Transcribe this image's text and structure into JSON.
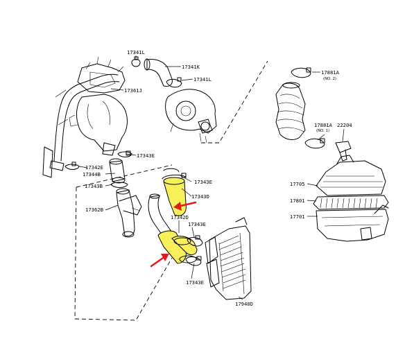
{
  "labels": {
    "p17341L_top": "17341L",
    "p17341K": "17341K",
    "p17341L_mid": "17341L",
    "p17361J": "17361J",
    "p17343E_a": "17343E",
    "p17342E": "17342E",
    "p17344B": "17344B",
    "p17343B": "17343B",
    "p17362B": "17362B",
    "p17343E_b": "17343E",
    "p17343D": "17343D",
    "p17342D": "17342D",
    "p17343E_c": "17343E",
    "p17343E_d": "17343E",
    "p17940D": "17940D",
    "p17881A_2": "17881A",
    "p17881A_2_note": "(NO. 2)",
    "p17881A_1": "17881A",
    "p17881A_1_note": "(NO. 1)",
    "p22204": "22204",
    "p17705": "17705",
    "p17801": "17801",
    "p17701": "17701"
  },
  "highlight_color": "#f7f05a",
  "arrow_color": "#e11b1b"
}
